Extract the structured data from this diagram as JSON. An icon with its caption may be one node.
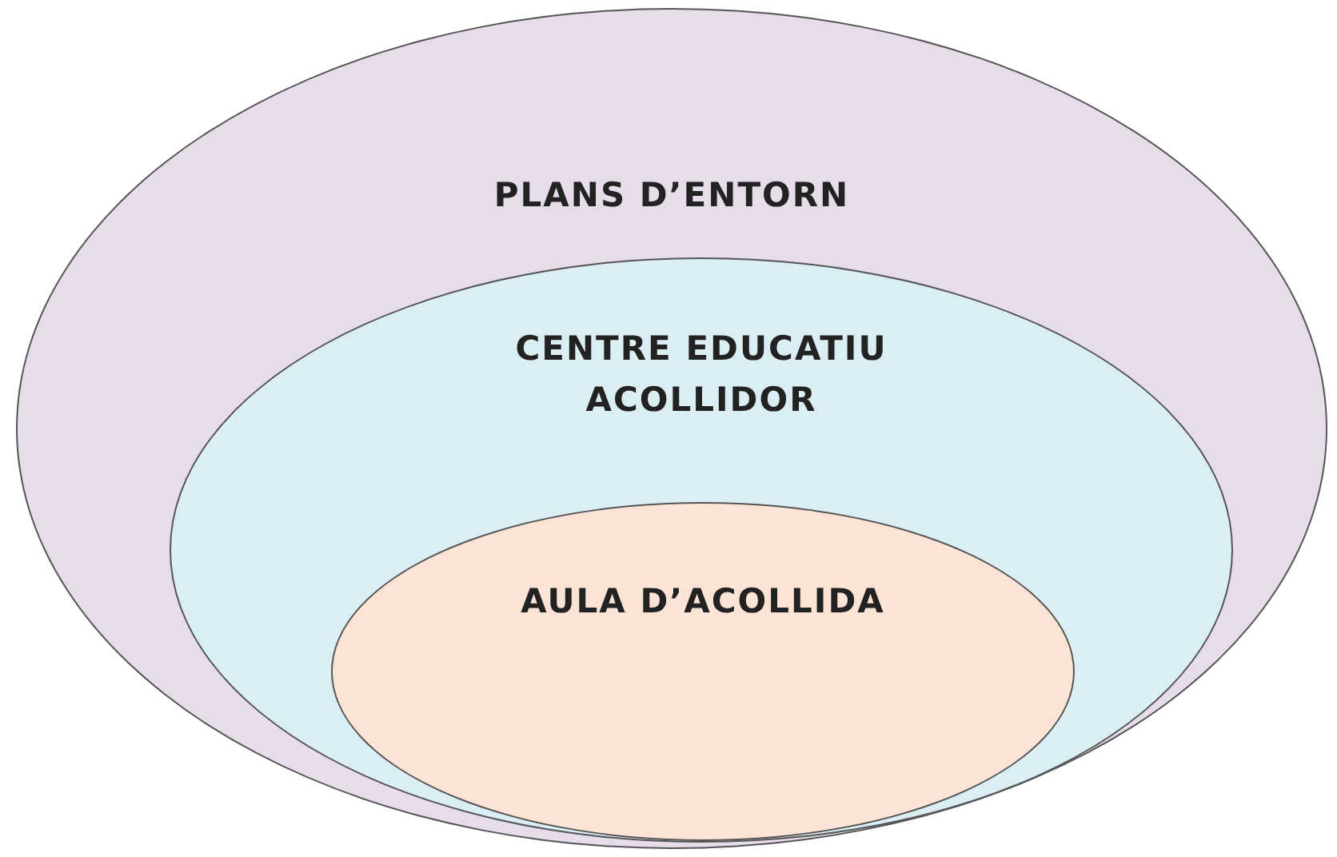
{
  "diagram": {
    "nodes": [
      {
        "text": [
          "PLANS D’ENTORN"
        ]
      },
      {
        "text": [
          "CENTRE EDUCATIU ACOLLIDOR"
        ],
        "in": 0
      },
      {
        "text": [
          "AULA D’ACOLLIDA"
        ],
        "in": 1
      }
    ]
  }
}
